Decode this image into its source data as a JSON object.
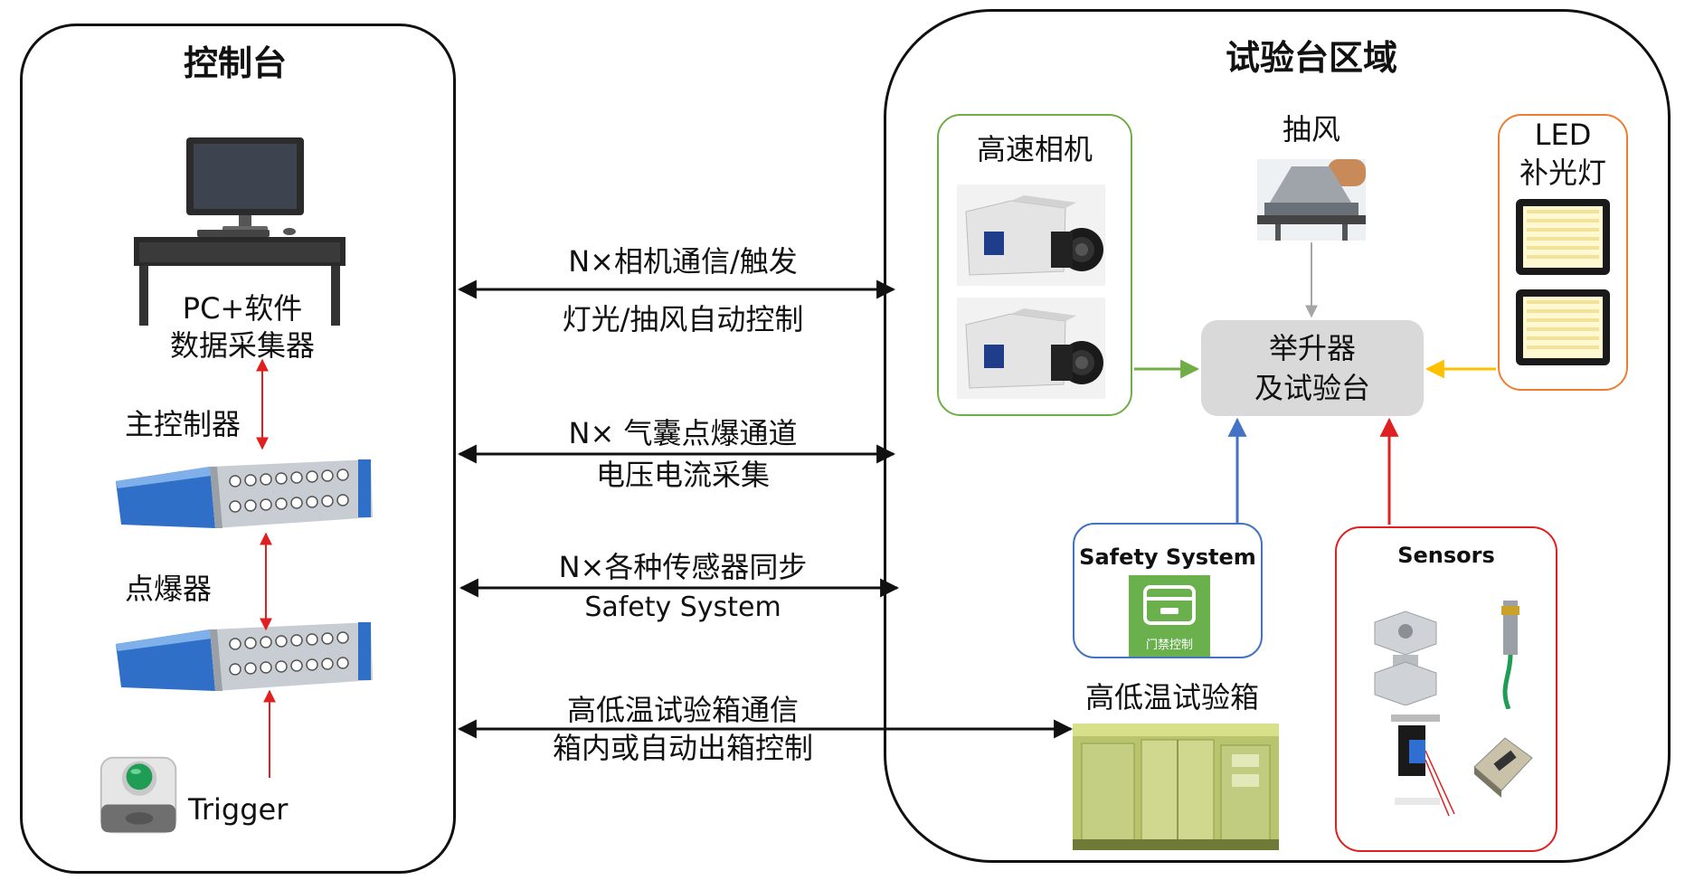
{
  "control_console": {
    "title": "控制台",
    "pc_label_line1": "PC+软件",
    "pc_label_line2": "数据采集器",
    "main_controller_label": "主控制器",
    "detonator_label": "点爆器",
    "trigger_label": "Trigger"
  },
  "links": {
    "link1_line1": "N×相机通信/触发",
    "link1_line2": "灯光/抽风自动控制",
    "link2_line1": "N× 气囊点爆通道",
    "link2_line2": "电压电流采集",
    "link3_line1": "N×各种传感器同步",
    "link3_line2": "Safety System",
    "link4_line1": "高低温试验箱通信",
    "link4_line2": "箱内或自动出箱控制"
  },
  "test_area": {
    "title": "试验台区域",
    "camera_label": "高速相机",
    "exhaust_label": "抽风",
    "led_label_line1": "LED",
    "led_label_line2": "补光灯",
    "lifter_line1": "举升器",
    "lifter_line2": "及试验台",
    "safety_label": "Safety System",
    "access_control_caption": "门禁控制",
    "sensors_label": "Sensors",
    "chamber_label": "高低温试验箱"
  },
  "colors": {
    "camera_border": "#70ad47",
    "led_border": "#ed7d31",
    "safety_border": "#4472c4",
    "sensors_border": "#e02020",
    "lifter_fill": "#d9d9d9",
    "detonator_arrow": "#e02020",
    "led_arrow": "#ffc000",
    "exhaust_arrow": "#a6a6a6",
    "access_icon_fill": "#6ab04c"
  },
  "icons": {
    "pc": "desktop-computer-icon",
    "controller": "rack-chassis-icon",
    "trigger": "push-button-icon",
    "camera": "high-speed-camera-icon",
    "exhaust": "exhaust-hood-icon",
    "led": "led-panel-icon",
    "access": "access-card-icon",
    "chamber": "climate-chamber-icon",
    "sensors": "sensor-icon"
  }
}
